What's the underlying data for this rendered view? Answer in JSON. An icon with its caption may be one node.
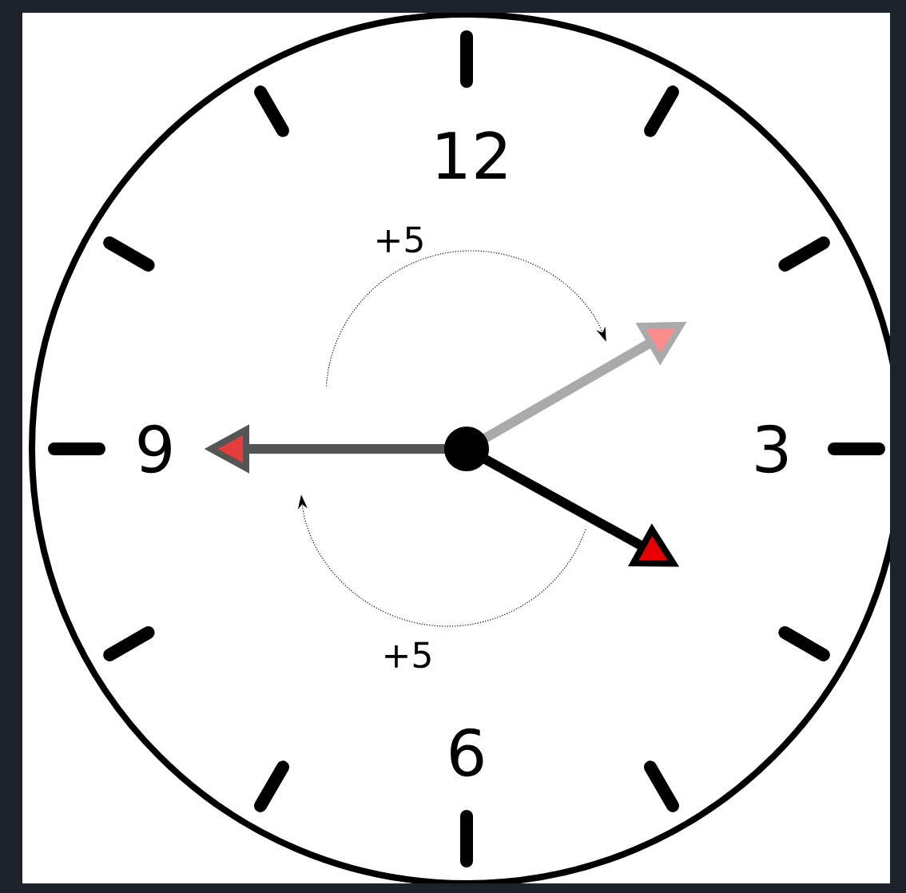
{
  "diagram": {
    "labels": [
      "12",
      "+5",
      "9",
      "3",
      "+5",
      "6"
    ]
  }
}
